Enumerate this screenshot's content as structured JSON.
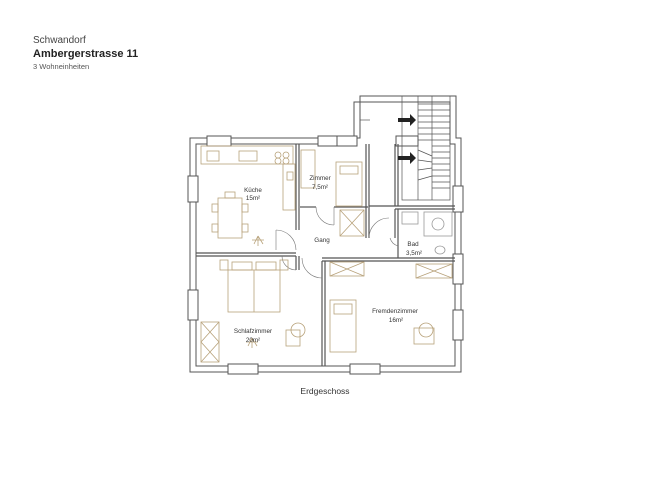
{
  "header": {
    "city": "Schwandorf",
    "street": "Ambergerstrasse 11",
    "units": "3 Wohneinheiten"
  },
  "rooms": {
    "kueche": {
      "name": "Küche",
      "area": "15m²"
    },
    "zimmer": {
      "name": "Zimmer",
      "area": "7,5m²"
    },
    "gang": {
      "name": "Gang"
    },
    "bad": {
      "name": "Bad",
      "area": "3,5m²"
    },
    "schlafzimmer": {
      "name": "Schlafzimmer",
      "area": "20m²"
    },
    "fremdenzimmer": {
      "name": "Fremdenzimmer",
      "area": "16m²"
    }
  },
  "caption": "Erdgeschoss",
  "colors": {
    "wall": "#555555",
    "furniture": "#b8a27a",
    "text": "#333333"
  }
}
